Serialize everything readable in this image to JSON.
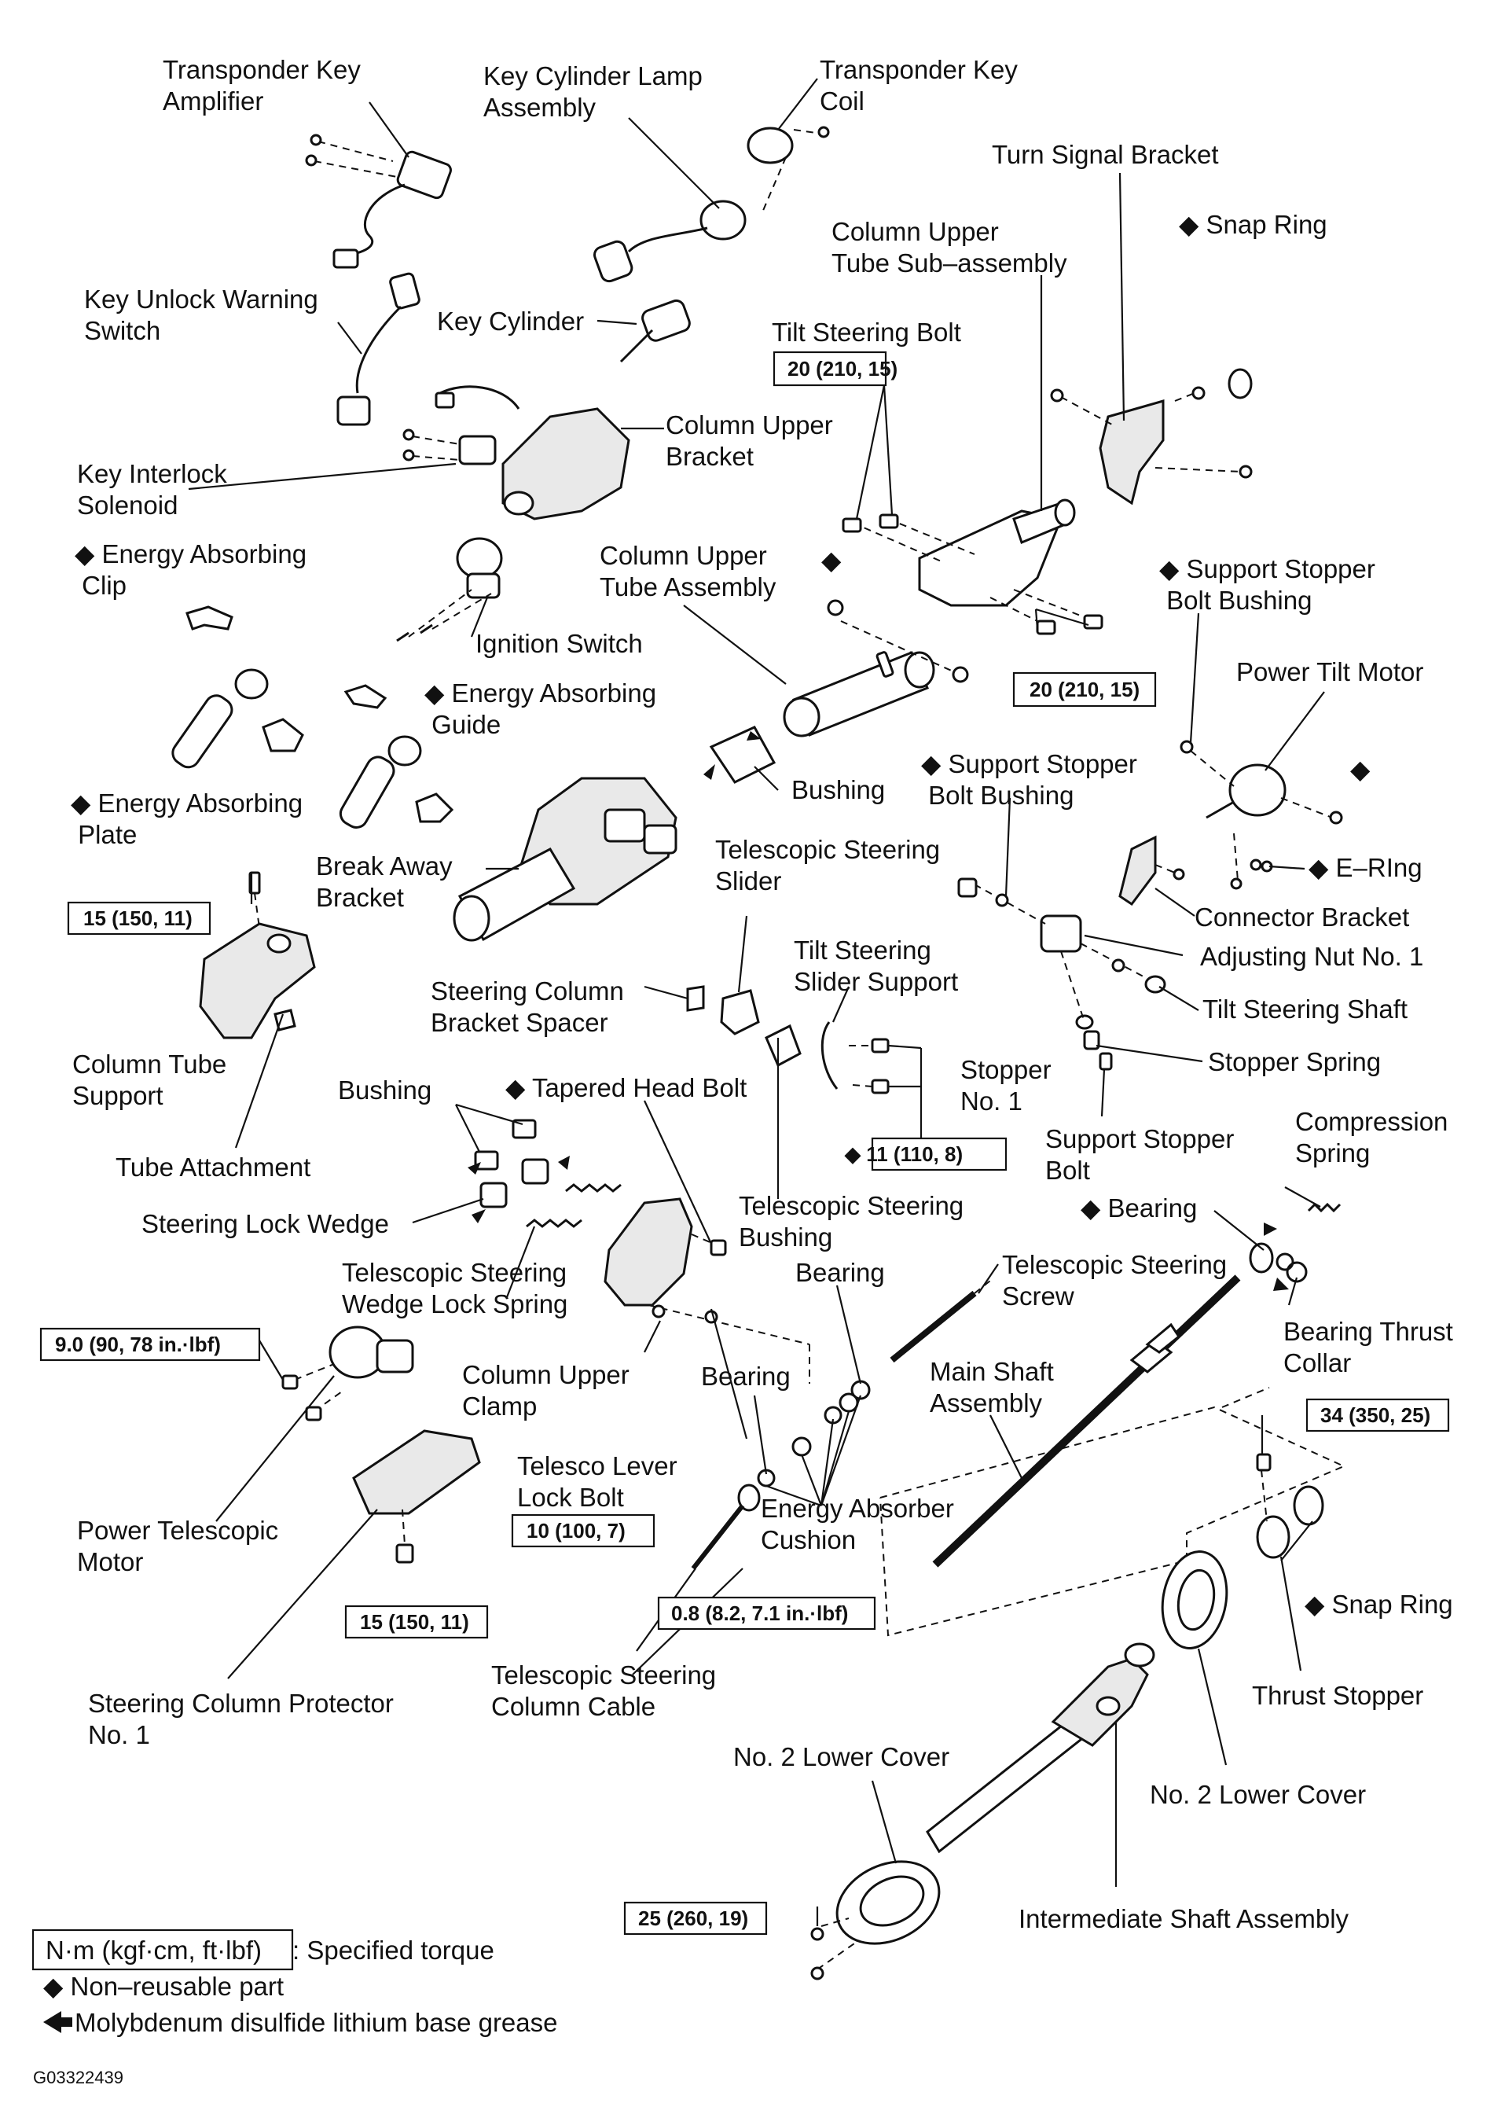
{
  "diagram_id": "G03322439",
  "labels": {
    "transponder_key_amplifier": "Transponder Key\nAmplifier",
    "key_cylinder_lamp_assembly": "Key Cylinder Lamp\nAssembly",
    "transponder_key_coil": "Transponder Key\nCoil",
    "turn_signal_bracket": "Turn Signal Bracket",
    "snap_ring_top": "◆ Snap Ring",
    "column_upper_tube_sub_assembly": "Column Upper\nTube Sub–assembly",
    "key_unlock_warning_switch": "Key Unlock Warning\nSwitch",
    "key_cylinder": "Key Cylinder",
    "tilt_steering_bolt": "Tilt Steering Bolt",
    "column_upper_bracket": "Column Upper\nBracket",
    "key_interlock_solenoid": "Key Interlock\nSolenoid",
    "energy_absorbing_clip": "◆ Energy Absorbing\n    Clip",
    "column_upper_tube_assembly": "Column Upper\nTube Assembly",
    "nonreusable_marker_tube": "◆",
    "support_stopper_bolt_bushing_right": "◆ Support Stopper\n    Bolt Bushing",
    "ignition_switch": "Ignition Switch",
    "power_tilt_motor": "Power Tilt Motor",
    "energy_absorbing_guide": "◆ Energy Absorbing\n    Guide",
    "bushing_upper": "Bushing",
    "support_stopper_bolt_bushing_center": "◆ Support Stopper\n    Bolt Bushing",
    "nonreusable_marker_tilt_motor": "◆",
    "energy_absorbing_plate": "◆ Energy Absorbing\n    Plate",
    "e_ring": "◆ E–RIng",
    "break_away_bracket": "Break Away\nBracket",
    "telescopic_steering_slider": "Telescopic Steering\nSlider",
    "connector_bracket": "Connector Bracket",
    "adjusting_nut_no1": "Adjusting Nut No. 1",
    "tilt_steering_slider_support": "Tilt Steering\nSlider Support",
    "steering_column_bracket_spacer": "Steering Column\nBracket Spacer",
    "tilt_steering_shaft": "Tilt Steering Shaft",
    "column_tube_support": "Column Tube\nSupport",
    "stopper_no1": "Stopper\nNo. 1",
    "stopper_spring": "Stopper Spring",
    "bushing_lower": "Bushing",
    "tapered_head_bolt": "◆ Tapered Head Bolt",
    "support_stopper_bolt": "Support Stopper\nBolt",
    "compression_spring": "Compression\nSpring",
    "tube_attachment": "Tube Attachment",
    "bearing_upper": "◆ Bearing",
    "telescopic_steering_bushing": "Telescopic Steering\nBushing",
    "steering_lock_wedge": "Steering Lock Wedge",
    "telescopic_steering_screw": "Telescopic Steering\nScrew",
    "bearing_mid": "Bearing",
    "telescopic_wedge_lock_spring": "Telescopic Steering\nWedge Lock Spring",
    "bearing_thrust_collar": "Bearing Thrust\nCollar",
    "main_shaft_assembly": "Main Shaft\nAssembly",
    "column_upper_clamp": "Column Upper\nClamp",
    "bearing_lower": "Bearing",
    "telesco_lever_lock_bolt": "Telesco Lever\nLock Bolt",
    "energy_absorber_cushion": "Energy Absorber\nCushion",
    "power_telescopic_motor": "Power Telescopic\nMotor",
    "snap_ring_lower": "◆ Snap Ring",
    "thrust_stopper": "Thrust Stopper",
    "telescopic_steering_column_cable": "Telescopic Steering\nColumn Cable",
    "steering_column_protector_no1": "Steering Column Protector\nNo. 1",
    "no2_lower_cover_left": "No. 2 Lower Cover",
    "no2_lower_cover_right": "No. 2 Lower Cover",
    "intermediate_shaft_assembly": "Intermediate Shaft Assembly"
  },
  "torques": {
    "tilt_bolt_upper": "20 (210, 15)",
    "tilt_bolt_lower": "20 (210, 15)",
    "column_tube_support": "15 (150, 11)",
    "slider_support": "◆ 11 (110, 8)",
    "power_telescopic_motor": "9.0 (90, 78 in.·lbf)",
    "shaft_bolt": "34 (350, 25)",
    "lock_bolt": "10 (100, 7)",
    "cable": "0.8 (8.2, 7.1 in.·lbf)",
    "protector": "15 (150, 11)",
    "lower_cover": "25 (260, 19)"
  },
  "legend": {
    "torque_box": "N·m (kgf·cm, ft·lbf)",
    "torque_text": ": Specified torque",
    "nonreusable": "◆ Non–reusable part",
    "grease": "Molybdenum disulfide lithium base grease"
  }
}
